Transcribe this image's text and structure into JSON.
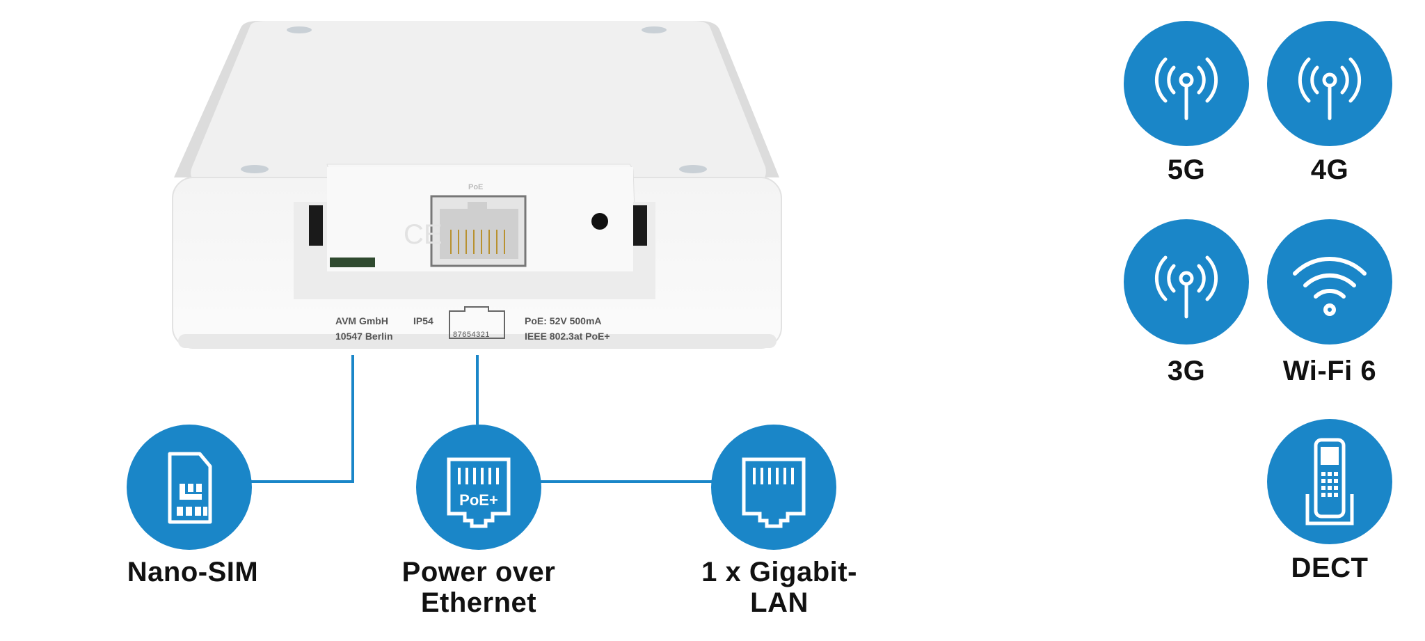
{
  "accent_color": "#1a86c8",
  "device": {
    "port_label": "PoE",
    "manufacturer": "AVM GmbH",
    "address": "10547 Berlin",
    "protection": "IP54",
    "pin_numbers": "87654321",
    "power_spec": "PoE: 52V 500mA",
    "standard": "IEEE 802.3at PoE+"
  },
  "ports": [
    {
      "icon": "sim-card-icon",
      "label_lines": [
        "Nano-SIM"
      ]
    },
    {
      "icon": "ethernet-poe-icon",
      "icon_text": "PoE+",
      "label_lines": [
        "Power over",
        "Ethernet"
      ]
    },
    {
      "icon": "ethernet-port-icon",
      "label_lines": [
        "1 x Gigabit-",
        "LAN"
      ]
    }
  ],
  "features": [
    {
      "icon": "antenna-icon",
      "label": "5G"
    },
    {
      "icon": "antenna-icon",
      "label": "4G"
    },
    {
      "icon": "antenna-icon",
      "label": "3G"
    },
    {
      "icon": "wifi-icon",
      "label": "Wi-Fi 6"
    },
    {
      "icon": "dect-phone-icon",
      "label": "DECT"
    }
  ]
}
